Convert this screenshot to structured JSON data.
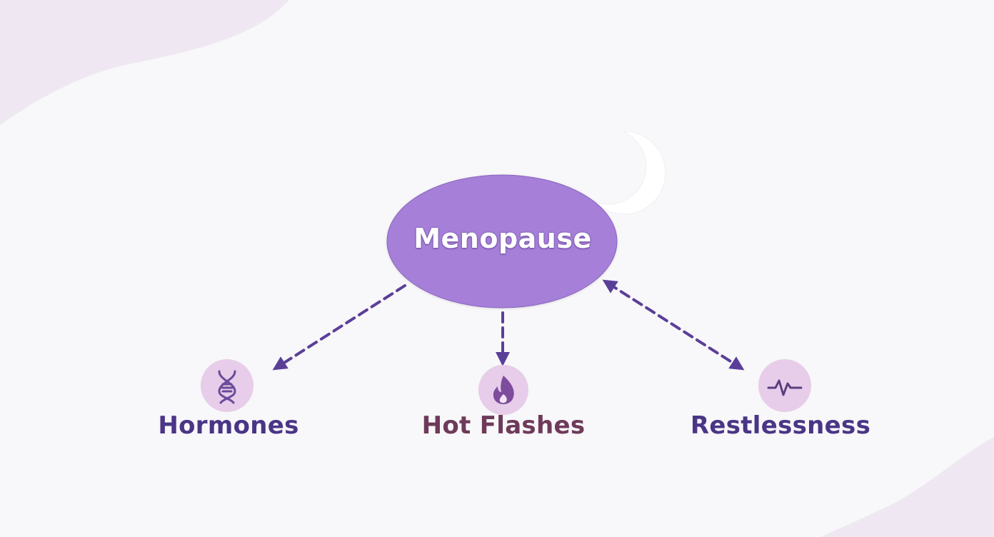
{
  "diagram": {
    "center": {
      "label": "Menopause",
      "color": "#a67fd9",
      "moon_icon": "crescent-moon-icon"
    },
    "nodes": [
      {
        "label": "Hormones",
        "icon": "dna-icon",
        "text_color": "#4a3586",
        "arrow": "single"
      },
      {
        "label": "Hot Flashes",
        "icon": "flame-icon",
        "text_color": "#6e3a5a",
        "arrow": "single"
      },
      {
        "label": "Restlessness",
        "icon": "heartbeat-icon",
        "text_color": "#4a3586",
        "arrow": "double"
      }
    ],
    "colors": {
      "background": "#f8f7f9",
      "blob": "#efe8f2",
      "arrow": "#5a3f98",
      "icon_circle": "#e7cdea",
      "icon_stroke": "#6a4a9a"
    }
  }
}
